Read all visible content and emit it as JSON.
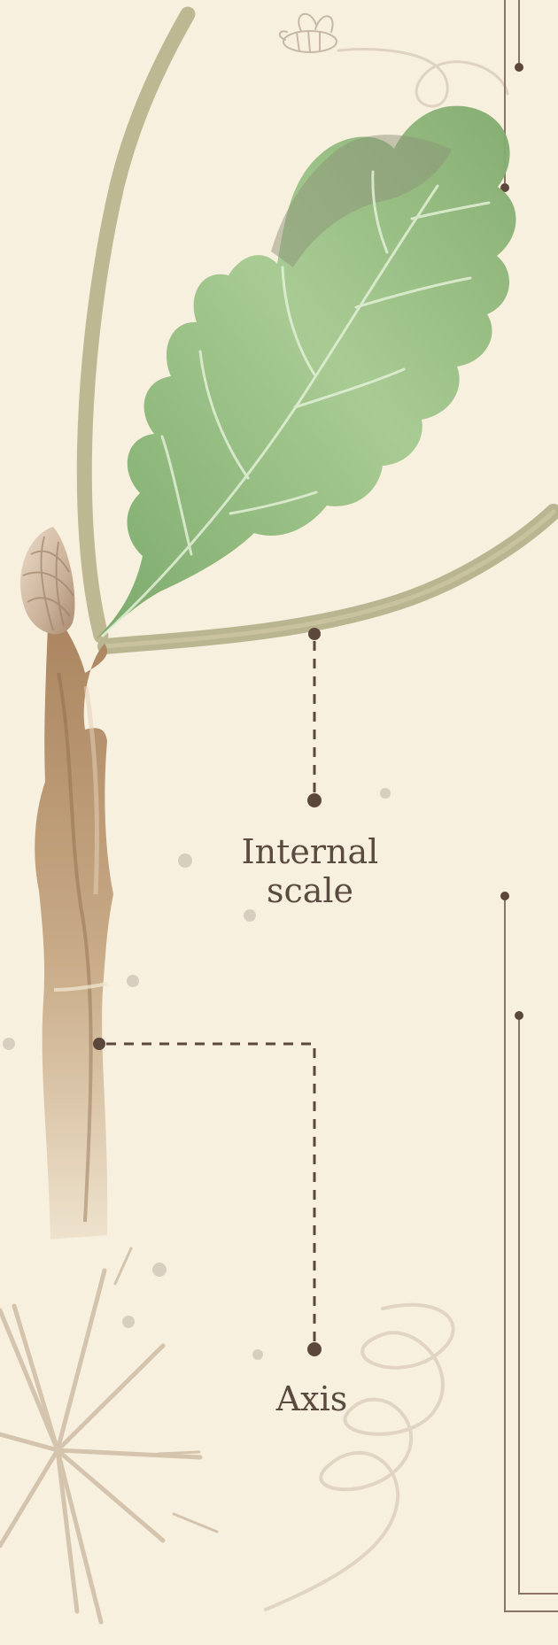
{
  "labels": {
    "internal_scale": {
      "line1": "Internal",
      "line2": "scale"
    },
    "axis": "Axis"
  },
  "colors": {
    "background": "#f8f0df",
    "text": "#5b4a3f",
    "leaf": "#8fb77a",
    "stem": "#b9b58f",
    "bud": "#ceb59d",
    "axis": "#bea07f",
    "line": "#7a6658"
  }
}
